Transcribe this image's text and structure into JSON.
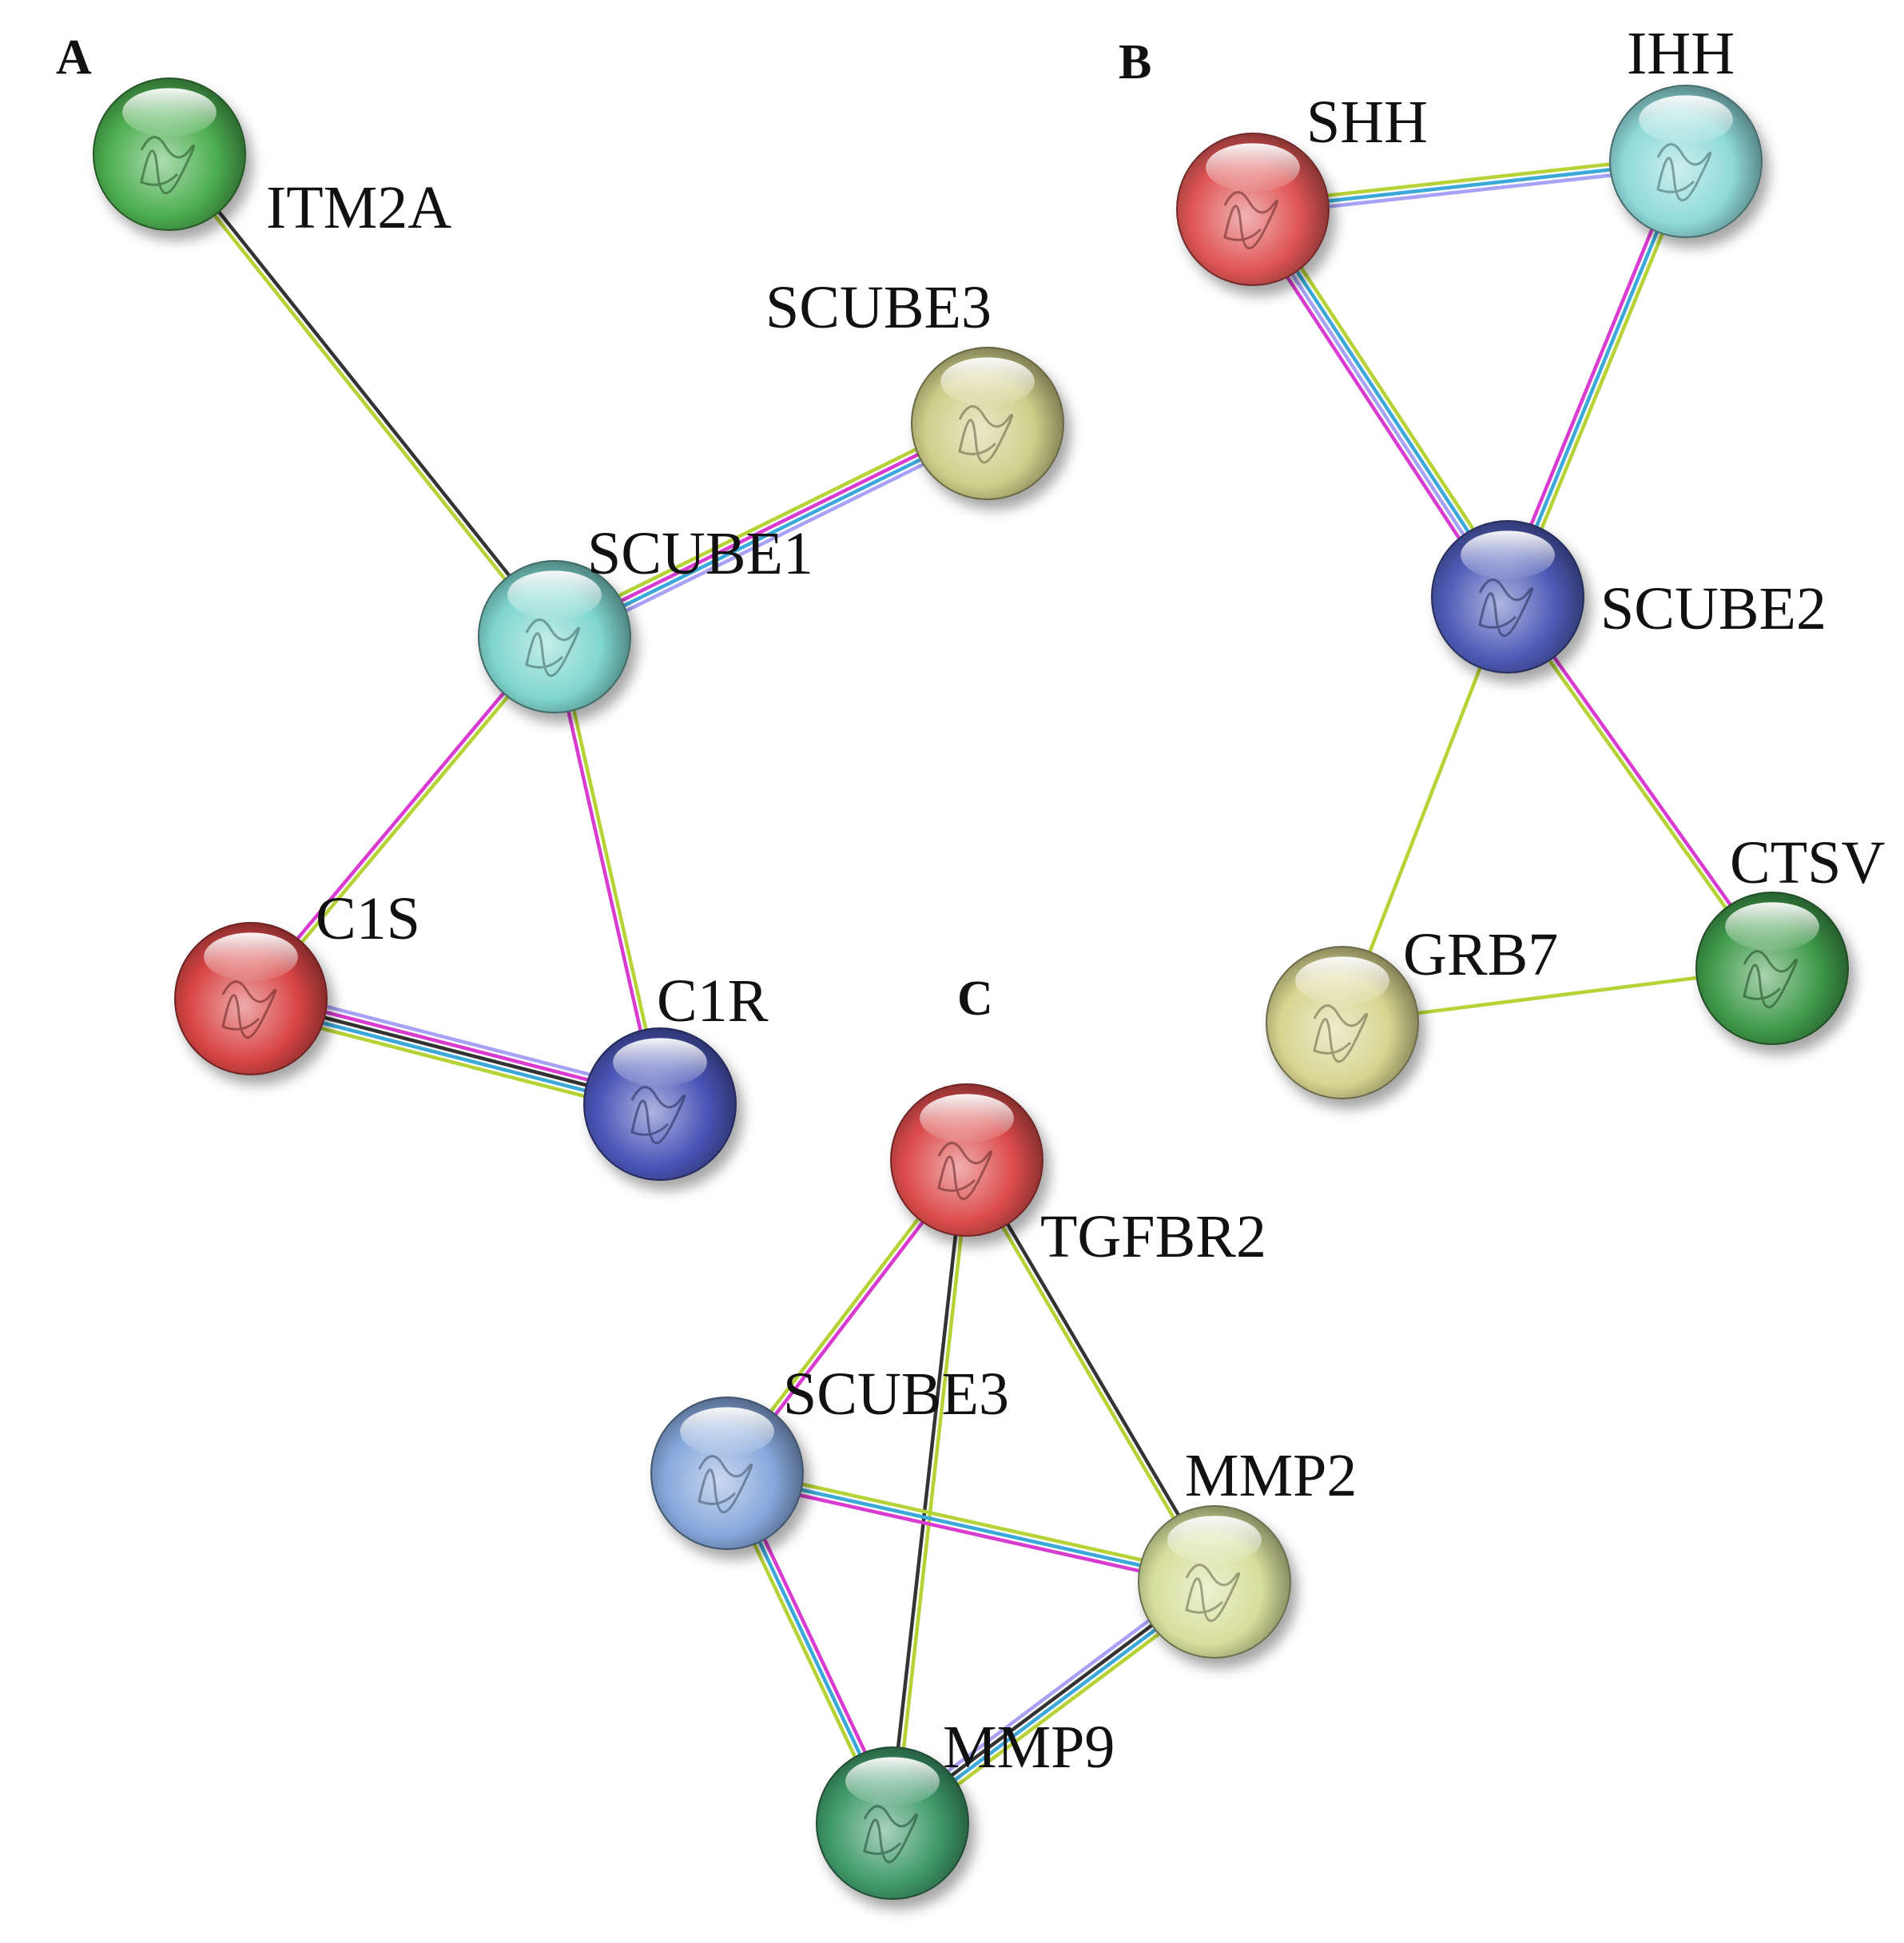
{
  "panels": [
    {
      "id": "A",
      "nodes": [
        {
          "id": "ITM2A",
          "label": "ITM2A",
          "color": "#4caf50"
        },
        {
          "id": "SCUBE3",
          "label": "SCUBE3",
          "color": "#cfcf8a"
        },
        {
          "id": "SCUBE1",
          "label": "SCUBE1",
          "color": "#7fd6cf"
        },
        {
          "id": "C1S",
          "label": "C1S",
          "color": "#d94545"
        },
        {
          "id": "C1R",
          "label": "C1R",
          "color": "#4a56b8"
        }
      ],
      "edges": [
        {
          "source": "ITM2A",
          "target": "SCUBE1",
          "evidence": [
            "black",
            "yellowgreen"
          ]
        },
        {
          "source": "SCUBE1",
          "target": "SCUBE3",
          "evidence": [
            "yellowgreen",
            "magenta",
            "cyan",
            "lavender"
          ]
        },
        {
          "source": "SCUBE1",
          "target": "C1S",
          "evidence": [
            "yellowgreen",
            "magenta"
          ]
        },
        {
          "source": "SCUBE1",
          "target": "C1R",
          "evidence": [
            "yellowgreen",
            "magenta"
          ]
        },
        {
          "source": "C1S",
          "target": "C1R",
          "evidence": [
            "lavender",
            "magenta",
            "black",
            "cyan",
            "yellowgreen"
          ]
        }
      ]
    },
    {
      "id": "B",
      "nodes": [
        {
          "id": "SHH",
          "label": "SHH",
          "color": "#e05555"
        },
        {
          "id": "IHH",
          "label": "IHH",
          "color": "#8fdada"
        },
        {
          "id": "SCUBE2",
          "label": "SCUBE2",
          "color": "#4e5cb8"
        },
        {
          "id": "GRB7",
          "label": "GRB7",
          "color": "#d8d590"
        },
        {
          "id": "CTSV",
          "label": "CTSV",
          "color": "#3f9a4a"
        }
      ],
      "edges": [
        {
          "source": "SHH",
          "target": "IHH",
          "evidence": [
            "yellowgreen",
            "cyan",
            "lavender"
          ]
        },
        {
          "source": "SHH",
          "target": "SCUBE2",
          "evidence": [
            "yellowgreen",
            "cyan",
            "lavender",
            "magenta"
          ]
        },
        {
          "source": "IHH",
          "target": "SCUBE2",
          "evidence": [
            "yellowgreen",
            "cyan",
            "magenta"
          ]
        },
        {
          "source": "SCUBE2",
          "target": "GRB7",
          "evidence": [
            "yellowgreen"
          ]
        },
        {
          "source": "SCUBE2",
          "target": "CTSV",
          "evidence": [
            "magenta",
            "yellowgreen"
          ]
        },
        {
          "source": "GRB7",
          "target": "CTSV",
          "evidence": [
            "yellowgreen"
          ]
        }
      ]
    },
    {
      "id": "C",
      "nodes": [
        {
          "id": "TGFBR2",
          "label": "TGFBR2",
          "color": "#dd4c4c"
        },
        {
          "id": "SCUBE3c",
          "label": "SCUBE3",
          "color": "#86a8dc"
        },
        {
          "id": "MMP2",
          "label": "MMP2",
          "color": "#d6df9c"
        },
        {
          "id": "MMP9",
          "label": "MMP9",
          "color": "#3f9a6a"
        }
      ],
      "edges": [
        {
          "source": "TGFBR2",
          "target": "SCUBE3c",
          "evidence": [
            "magenta",
            "yellowgreen"
          ]
        },
        {
          "source": "TGFBR2",
          "target": "MMP9",
          "evidence": [
            "yellowgreen",
            "black"
          ]
        },
        {
          "source": "TGFBR2",
          "target": "MMP2",
          "evidence": [
            "black",
            "yellowgreen"
          ]
        },
        {
          "source": "SCUBE3c",
          "target": "MMP2",
          "evidence": [
            "yellowgreen",
            "cyan",
            "magenta"
          ]
        },
        {
          "source": "SCUBE3c",
          "target": "MMP9",
          "evidence": [
            "magenta",
            "cyan",
            "yellowgreen"
          ]
        },
        {
          "source": "MMP2",
          "target": "MMP9",
          "evidence": [
            "yellowgreen",
            "cyan",
            "black",
            "lavender"
          ]
        }
      ]
    }
  ],
  "evidence_colors": {
    "black": "#333333",
    "yellowgreen": "#b5d334",
    "magenta": "#d93bd0",
    "cyan": "#3aa8d8",
    "lavender": "#a7a2f5"
  }
}
